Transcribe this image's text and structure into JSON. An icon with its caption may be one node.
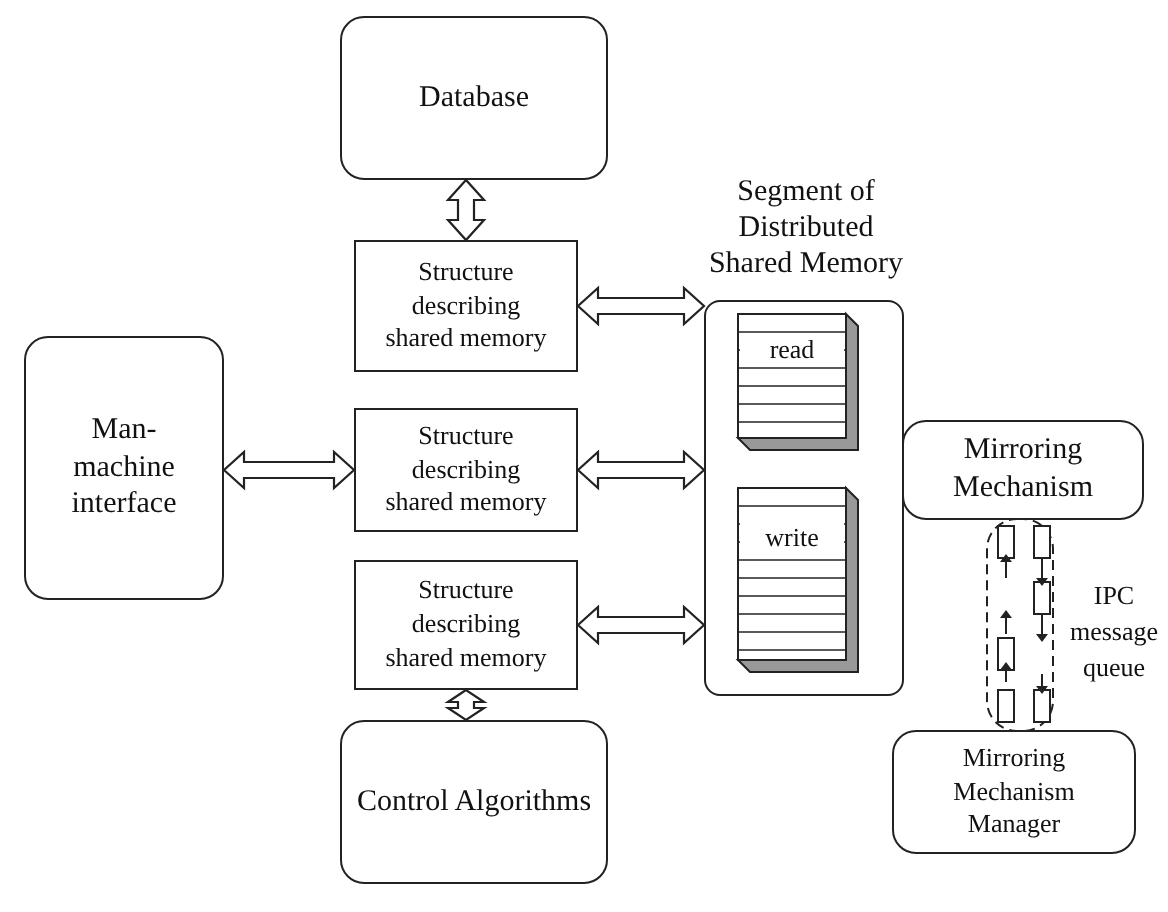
{
  "diagram": {
    "nodes": [
      {
        "text": [
          "Database"
        ]
      },
      {
        "text": [
          "Man-machine interface"
        ]
      },
      {
        "text": [
          "Structure describing shared memory"
        ]
      },
      {
        "text": [
          "Structure describing shared memory"
        ]
      },
      {
        "text": [
          "Structure describing shared memory"
        ]
      },
      {
        "text": [
          "Segment of Distributed Shared Memory"
        ]
      },
      {
        "text": [
          "read"
        ],
        "in": 5
      },
      {
        "text": [
          "write"
        ],
        "in": 5
      },
      {
        "text": [
          "Control Algorithms"
        ]
      },
      {
        "text": [
          "Mirroring Mechanism"
        ]
      },
      {
        "text": [
          "Mirroring Mechanism Manager"
        ]
      },
      {
        "text": [],
        "shape": "picture",
        "beside": [
          "IPC message queue"
        ]
      }
    ],
    "edges": [
      {
        "from": 0,
        "to": 2,
        "arrow": "both"
      },
      {
        "from": 1,
        "to": 3,
        "arrow": "both"
      },
      {
        "from": 2,
        "to": 5,
        "arrow": "both"
      },
      {
        "from": 3,
        "to": 5,
        "arrow": "both"
      },
      {
        "from": 4,
        "to": 5,
        "arrow": "both"
      },
      {
        "from": 4,
        "to": 8,
        "arrow": "both"
      }
    ]
  }
}
